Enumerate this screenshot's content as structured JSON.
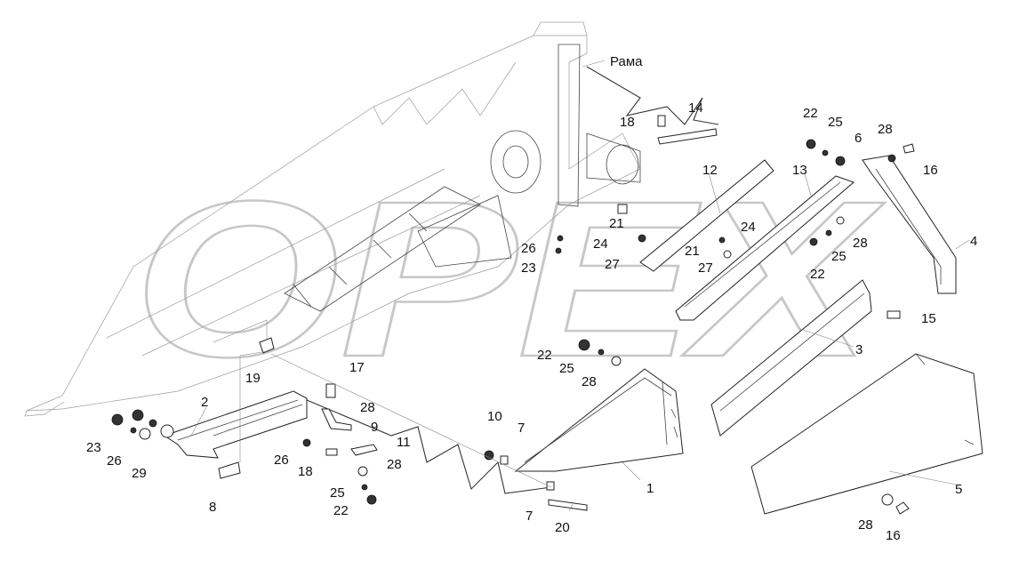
{
  "watermark": {
    "text": "OPEX"
  },
  "labels": [
    {
      "id": "rama",
      "text": "Рама"
    },
    {
      "id": "p1",
      "text": "1"
    },
    {
      "id": "p2",
      "text": "2"
    },
    {
      "id": "p3",
      "text": "3"
    },
    {
      "id": "p4",
      "text": "4"
    },
    {
      "id": "p5",
      "text": "5"
    },
    {
      "id": "p6",
      "text": "6"
    },
    {
      "id": "p7a",
      "text": "7"
    },
    {
      "id": "p7b",
      "text": "7"
    },
    {
      "id": "p8",
      "text": "8"
    },
    {
      "id": "p9",
      "text": "9"
    },
    {
      "id": "p10",
      "text": "10"
    },
    {
      "id": "p11",
      "text": "11"
    },
    {
      "id": "p12",
      "text": "12"
    },
    {
      "id": "p13",
      "text": "13"
    },
    {
      "id": "p14",
      "text": "14"
    },
    {
      "id": "p15",
      "text": "15"
    },
    {
      "id": "p16a",
      "text": "16"
    },
    {
      "id": "p16b",
      "text": "16"
    },
    {
      "id": "p17",
      "text": "17"
    },
    {
      "id": "p18a",
      "text": "18"
    },
    {
      "id": "p18b",
      "text": "18"
    },
    {
      "id": "p19",
      "text": "19"
    },
    {
      "id": "p20",
      "text": "20"
    },
    {
      "id": "p21a",
      "text": "21"
    },
    {
      "id": "p21b",
      "text": "21"
    },
    {
      "id": "p22a",
      "text": "22"
    },
    {
      "id": "p22b",
      "text": "22"
    },
    {
      "id": "p22c",
      "text": "22"
    },
    {
      "id": "p22d",
      "text": "22"
    },
    {
      "id": "p23a",
      "text": "23"
    },
    {
      "id": "p23b",
      "text": "23"
    },
    {
      "id": "p24a",
      "text": "24"
    },
    {
      "id": "p24b",
      "text": "24"
    },
    {
      "id": "p25a",
      "text": "25"
    },
    {
      "id": "p25b",
      "text": "25"
    },
    {
      "id": "p25c",
      "text": "25"
    },
    {
      "id": "p25d",
      "text": "25"
    },
    {
      "id": "p26a",
      "text": "26"
    },
    {
      "id": "p26b",
      "text": "26"
    },
    {
      "id": "p26c",
      "text": "26"
    },
    {
      "id": "p27a",
      "text": "27"
    },
    {
      "id": "p27b",
      "text": "27"
    },
    {
      "id": "p28a",
      "text": "28"
    },
    {
      "id": "p28b",
      "text": "28"
    },
    {
      "id": "p28c",
      "text": "28"
    },
    {
      "id": "p28d",
      "text": "28"
    },
    {
      "id": "p28e",
      "text": "28"
    },
    {
      "id": "p28f",
      "text": "28"
    },
    {
      "id": "p29",
      "text": "29"
    }
  ]
}
